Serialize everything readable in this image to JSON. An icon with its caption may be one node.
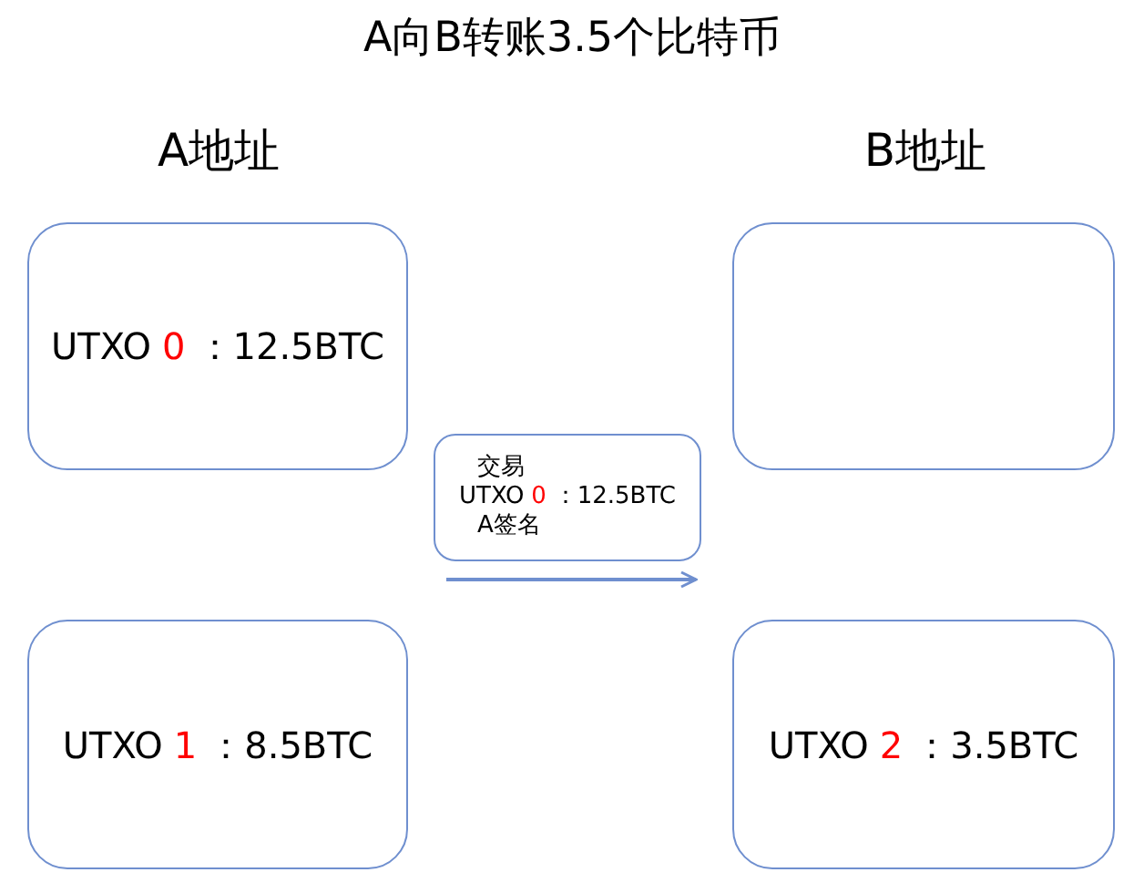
{
  "diagram": {
    "title": "A向B转账3.5个比特币",
    "nodes": [
      {
        "text": [
          "UTXO",
          "0",
          "：12.5BTC"
        ]
      },
      {
        "text": [
          "UTXO",
          "1",
          "：8.5BTC"
        ]
      },
      {
        "text": [
          "交易",
          "UTXO",
          "0",
          "：12.5BTC",
          "A签名"
        ]
      },
      {
        "text": [],
        "shape": "box"
      },
      {
        "text": [
          "UTXO",
          "2",
          "：3.5BTC"
        ]
      }
    ],
    "labels": [
      "A地址",
      "B地址"
    ]
  }
}
